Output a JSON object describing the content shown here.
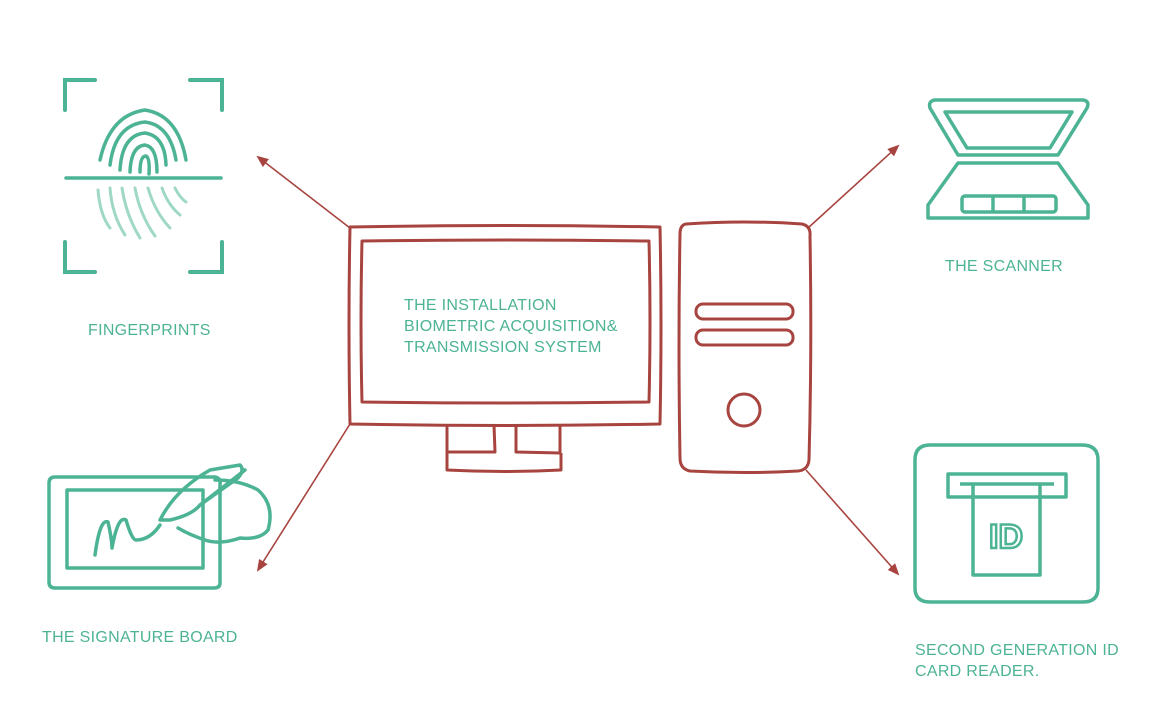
{
  "colors": {
    "accent_green": "#4cb394",
    "accent_red": "#a8443f",
    "background": "#ffffff"
  },
  "center": {
    "screen_text": [
      "THE INSTALLATION",
      "BIOMETRIC ACQUISITION&",
      "TRANSMISSION SYSTEM"
    ]
  },
  "devices": {
    "fingerprints": {
      "label": "FINGERPRINTS",
      "icon": "fingerprint-scan-icon"
    },
    "scanner": {
      "label": "THE SCANNER",
      "icon": "flatbed-scanner-icon"
    },
    "signature_board": {
      "label": "THE SIGNATURE BOARD",
      "icon": "signature-pad-icon"
    },
    "id_card_reader": {
      "label_lines": [
        "SECOND GENERATION ID",
        "CARD READER."
      ],
      "icon": "id-card-reader-icon",
      "card_text": "ID"
    }
  }
}
